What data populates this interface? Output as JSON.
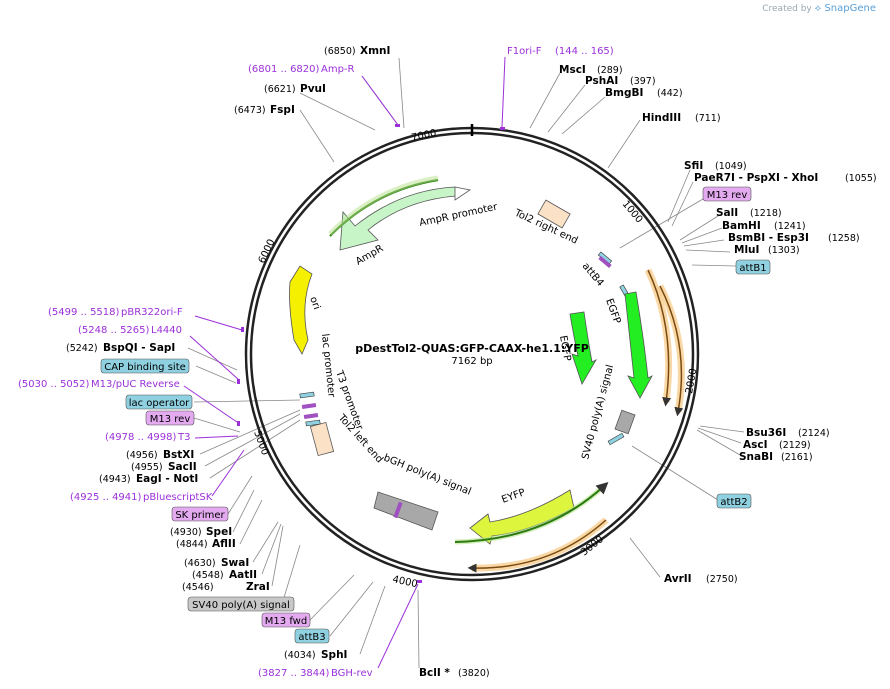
{
  "header": {
    "created_by": "Created by",
    "brand": "SnapGene"
  },
  "plasmid": {
    "name": "pDestTol2-QUAS:GFP-CAAX-he1.1:YFP",
    "size": "7162 bp"
  },
  "ticks": [
    "1000",
    "2000",
    "3000",
    "4000",
    "5000",
    "6000",
    "7000"
  ],
  "enzymes": [
    {
      "name": "XmnI",
      "pos": "(6850)"
    },
    {
      "name": "PvuI",
      "pos": "(6621)"
    },
    {
      "name": "FspI",
      "pos": "(6473)"
    },
    {
      "name": "MscI",
      "pos": "(289)"
    },
    {
      "name": "PshAI",
      "pos": "(397)"
    },
    {
      "name": "BmgBI",
      "pos": "(442)"
    },
    {
      "name": "HindIII",
      "pos": "(711)"
    },
    {
      "name": "SfiI",
      "pos": "(1049)"
    },
    {
      "name": "PaeR7I  - PspXI  - XhoI",
      "pos": "(1055)"
    },
    {
      "name": "SalI",
      "pos": "(1218)"
    },
    {
      "name": "BamHI",
      "pos": "(1241)"
    },
    {
      "name": "BsmBI  - Esp3I",
      "pos": "(1258)"
    },
    {
      "name": "MluI",
      "pos": "(1303)"
    },
    {
      "name": "Bsu36I",
      "pos": "(2124)"
    },
    {
      "name": "AscI",
      "pos": "(2129)"
    },
    {
      "name": "SnaBI",
      "pos": "(2161)"
    },
    {
      "name": "AvrII",
      "pos": "(2750)"
    },
    {
      "name": "BclI *",
      "pos": "(3820)"
    },
    {
      "name": "SphI",
      "pos": "(4034)"
    },
    {
      "name": "ZraI",
      "pos": "(4546)"
    },
    {
      "name": "AatII",
      "pos": "(4548)"
    },
    {
      "name": "SwaI",
      "pos": "(4630)"
    },
    {
      "name": "AflII",
      "pos": "(4844)"
    },
    {
      "name": "SpeI",
      "pos": "(4930)"
    },
    {
      "name": "EagI  - NotI",
      "pos": "(4943)"
    },
    {
      "name": "SacII",
      "pos": "(4955)"
    },
    {
      "name": "BstXI",
      "pos": "(4956)"
    },
    {
      "name": "BspQI  - SapI",
      "pos": "(5242)"
    }
  ],
  "primers": [
    {
      "name": "Amp-R",
      "pos": "(6801 .. 6820)"
    },
    {
      "name": "F1ori-F",
      "pos": "(144 .. 165)"
    },
    {
      "name": "pBR322ori-F",
      "pos": "(5499 .. 5518)"
    },
    {
      "name": "L4440",
      "pos": "(5248 .. 5265)"
    },
    {
      "name": "M13/pUC Reverse",
      "pos": "(5030 .. 5052)"
    },
    {
      "name": "T3",
      "pos": "(4978 .. 4998)"
    },
    {
      "name": "pBluescriptSK",
      "pos": "(4925 .. 4941)"
    },
    {
      "name": "BGH-rev",
      "pos": "(3827 .. 3844)"
    }
  ],
  "boxed_labels": {
    "m13rev_top": "M13 rev",
    "attb1": "attB1",
    "attb2": "attB2",
    "cap": "CAP binding site",
    "lacop": "lac operator",
    "m13rev_left": "M13 rev",
    "skprimer": "SK primer",
    "sv40": "SV40 poly(A) signal",
    "m13fwd": "M13 fwd",
    "attb3": "attB3"
  },
  "features": {
    "ampr_promoter": "AmpR promoter",
    "ampr": "AmpR",
    "tol2_right": "Tol2 right end",
    "attb4": "attB4",
    "egfp_outer": "EGFP",
    "egfp_inner": "EGFP",
    "sv40_inner": "SV40 poly(A) signal",
    "ori": "ori",
    "lac_promoter": "lac promoter",
    "t3_promoter": "T3 promoter",
    "tol2_left": "Tol2 left end",
    "bgh": "bGH poly(A) signal",
    "eyfp": "EYFP"
  },
  "colors": {
    "backbone": "#222222",
    "primer": "#9b30d9",
    "enzyme_line": "#888888",
    "ampr": "#c8f5c8",
    "egfp": "#22ee22",
    "eyfp": "#ddf53c",
    "ori": "#f5f000",
    "tol2": "#fbe1c6",
    "polyA": "#a8a8a8",
    "att": "#8fd1e0",
    "m13": "#e3aaf0"
  }
}
